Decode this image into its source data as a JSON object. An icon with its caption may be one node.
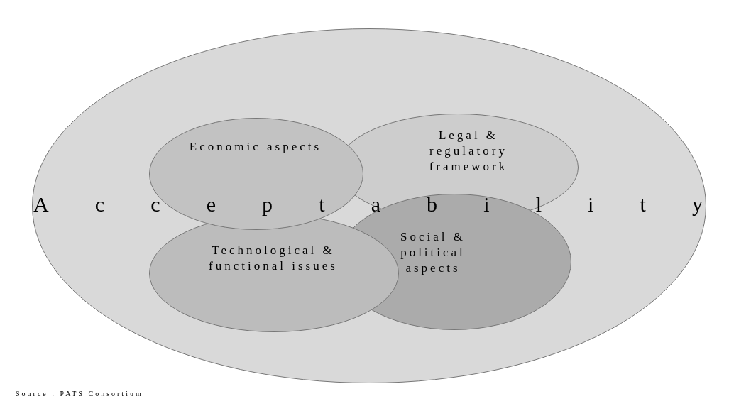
{
  "diagram": {
    "nodes": [
      {
        "text": [
          "Acceptability"
        ]
      },
      {
        "text": [
          "Legal & regulatory framework"
        ],
        "in": 0
      },
      {
        "text": [
          "Social & political aspects"
        ],
        "in": 0
      },
      {
        "text": [
          "Technological & functional issues"
        ],
        "in": 0
      },
      {
        "text": [
          "Economic aspects"
        ],
        "in": 0
      }
    ],
    "edges": [],
    "caption": "Source : PATS Consortium"
  }
}
